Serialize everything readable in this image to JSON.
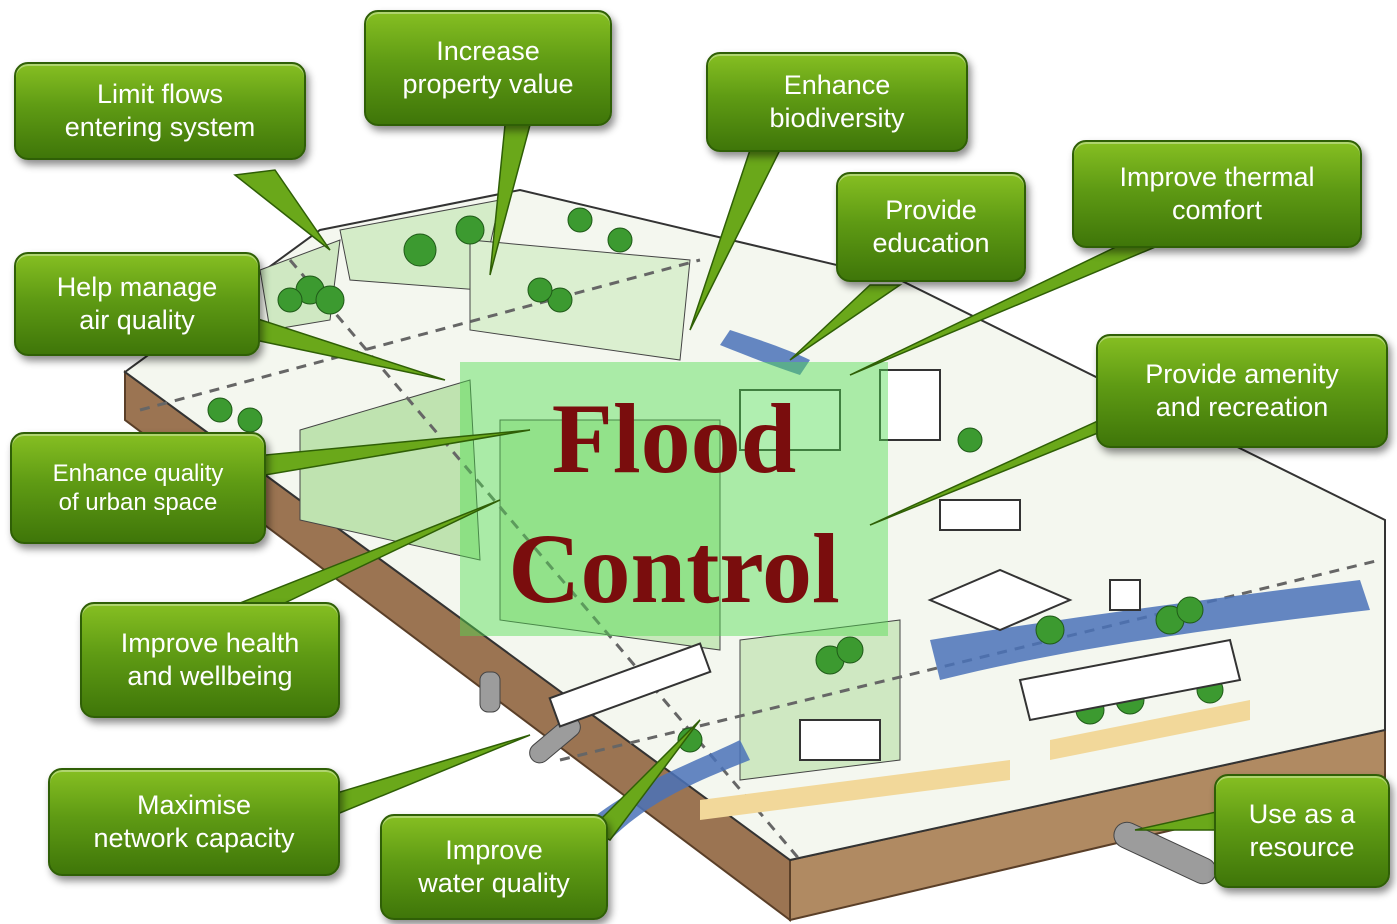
{
  "diagram": {
    "center_title": "Flood\nControl",
    "accent_color": "#5f9b14",
    "title_color": "#7a0d0d",
    "callouts": [
      {
        "id": "limit-flows",
        "label": "Limit flows\nentering system"
      },
      {
        "id": "increase-property",
        "label": "Increase\nproperty value"
      },
      {
        "id": "enhance-biodiversity",
        "label": "Enhance\nbiodiversity"
      },
      {
        "id": "provide-education",
        "label": "Provide\neducation"
      },
      {
        "id": "improve-thermal",
        "label": "Improve thermal\ncomfort"
      },
      {
        "id": "help-air-quality",
        "label": "Help manage\nair quality"
      },
      {
        "id": "provide-amenity",
        "label": "Provide amenity\nand recreation"
      },
      {
        "id": "enhance-urban-space",
        "label": "Enhance quality\nof urban space"
      },
      {
        "id": "improve-health",
        "label": "Improve health\nand wellbeing"
      },
      {
        "id": "maximise-network",
        "label": "Maximise\nnetwork capacity"
      },
      {
        "id": "improve-water",
        "label": "Improve\nwater quality"
      },
      {
        "id": "use-as-resource",
        "label": "Use as a\nresource"
      }
    ]
  }
}
